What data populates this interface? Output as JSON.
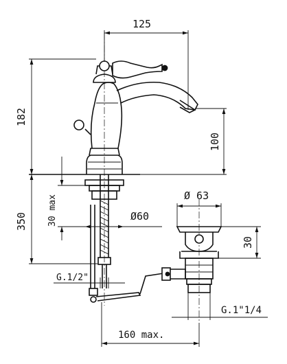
{
  "dimensions": {
    "spout_reach": "125",
    "total_height": "182",
    "spout_height": "100",
    "below_deck": "350",
    "deck_thickness": "30 max",
    "hole_diameter": "Ø60",
    "supply_thread": "G.1/2\"",
    "rod_length": "160 max.",
    "waste_diameter": "Ø 63",
    "waste_height": "30",
    "waste_thread": "G.1\"1/4"
  }
}
